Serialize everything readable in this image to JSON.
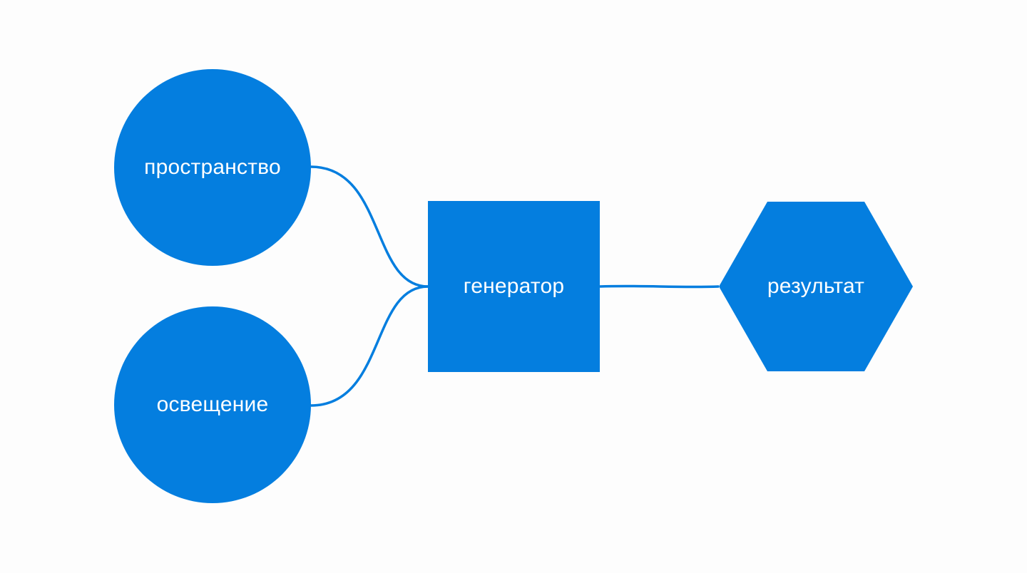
{
  "diagram": {
    "accent_color": "#047edf",
    "text_color": "#ffffff",
    "nodes": [
      {
        "id": "space",
        "shape": "circle",
        "label": "пространство"
      },
      {
        "id": "light",
        "shape": "circle",
        "label": "освещение"
      },
      {
        "id": "generator",
        "shape": "square",
        "label": "генератор"
      },
      {
        "id": "result",
        "shape": "hexagon",
        "label": "результат"
      }
    ],
    "edges": [
      {
        "from": "space",
        "to": "generator"
      },
      {
        "from": "light",
        "to": "generator"
      },
      {
        "from": "generator",
        "to": "result"
      }
    ]
  }
}
